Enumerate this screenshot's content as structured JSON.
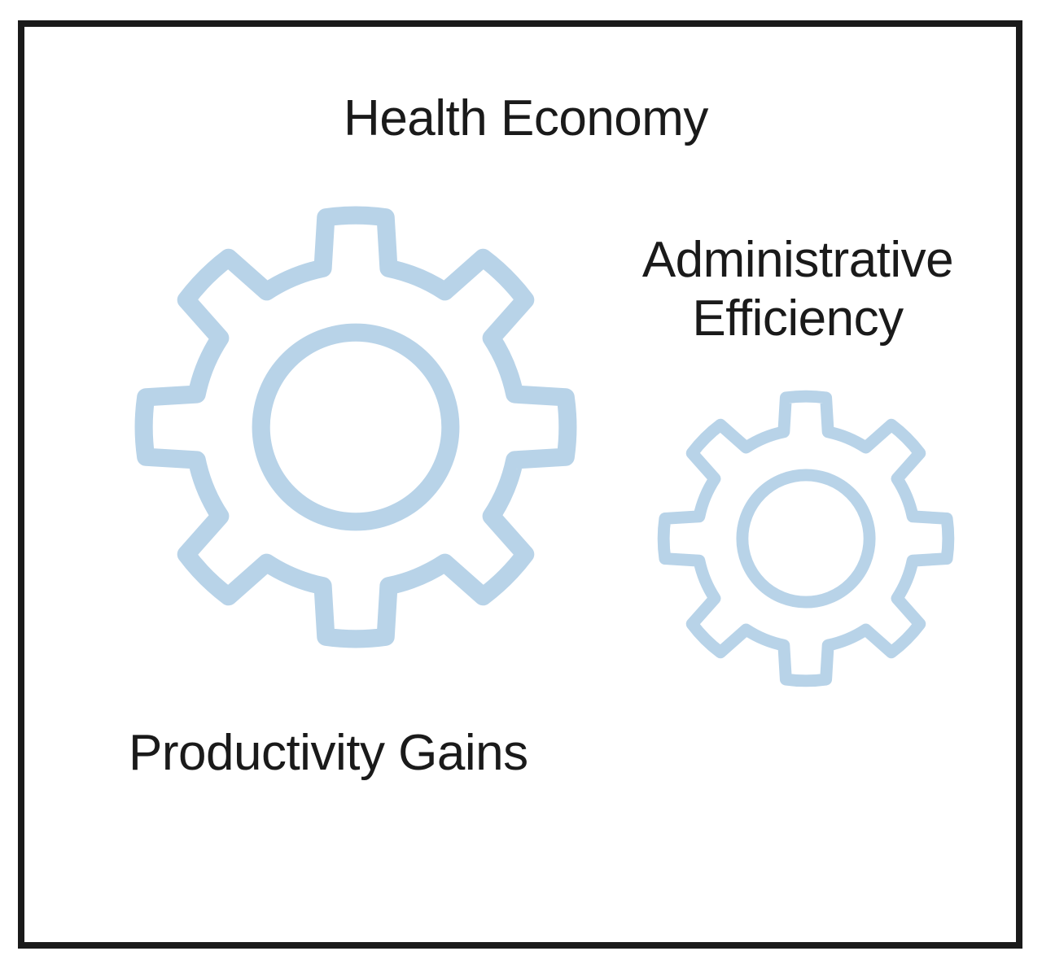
{
  "diagram": {
    "title": "Health Economy",
    "administrative": {
      "line1": "Administrative",
      "line2": "Efficiency"
    },
    "productivity": "Productivity Gains"
  },
  "colors": {
    "gear": "#b8d3e8",
    "frame": "#1a1a1a",
    "text": "#1a1a1a"
  },
  "icons": {
    "large_gear": "gear-icon",
    "small_gear": "gear-icon"
  }
}
